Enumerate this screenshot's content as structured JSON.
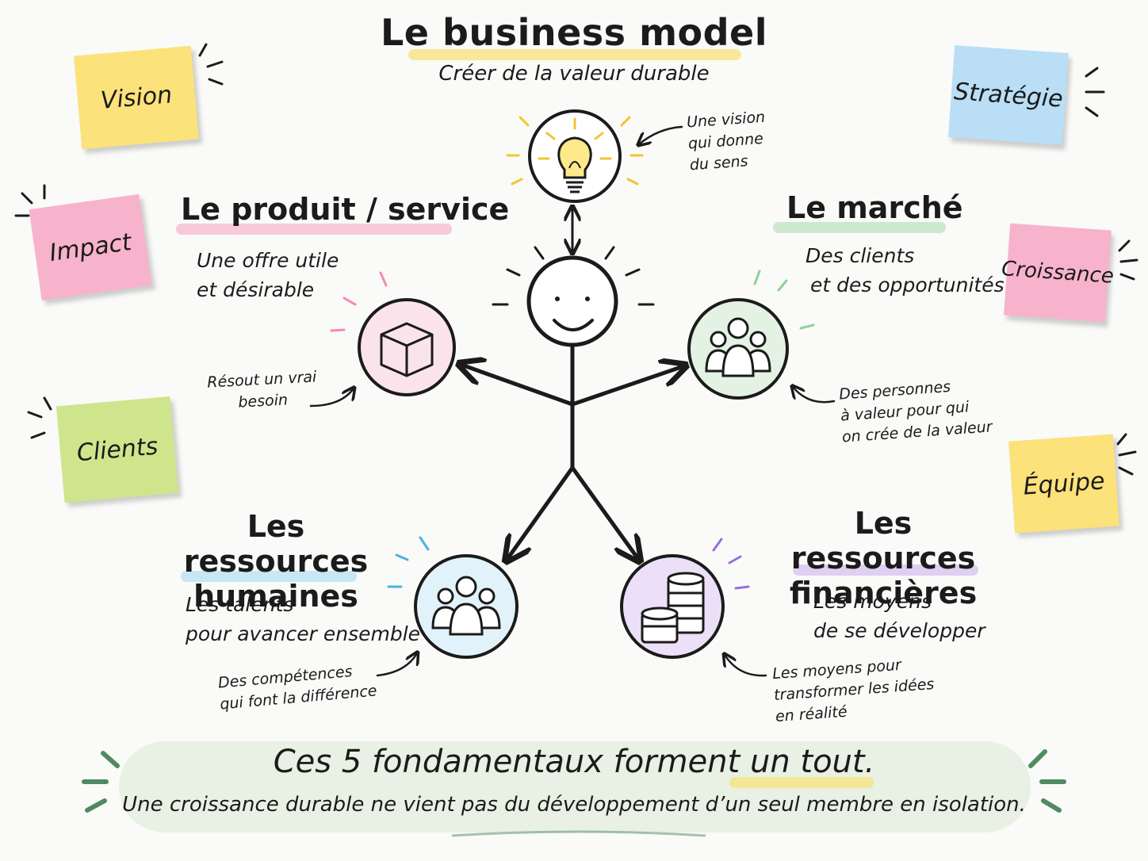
{
  "header": {
    "title": "Le business model",
    "subtitle": "Créer de la valeur durable"
  },
  "vision_note": [
    "Une vision",
    "qui donne",
    "du sens"
  ],
  "sections": {
    "produit": {
      "title": "Le produit / service",
      "desc": [
        "Une offre utile",
        "et désirable"
      ],
      "note": [
        "Résout un vrai",
        "besoin"
      ],
      "icon": "cube-icon",
      "color": "#f28bb0"
    },
    "marche": {
      "title": "Le marché",
      "desc": [
        "Des clients",
        "et des opportunités"
      ],
      "note": [
        "Des personnes",
        "à valeur pour qui",
        "on crée de la valeur"
      ],
      "icon": "people-group-icon",
      "color": "#8fcf9b"
    },
    "humaines": {
      "title": [
        "Les ressources",
        "humaines"
      ],
      "desc": [
        "Les talents",
        "pour avancer ensemble"
      ],
      "note": [
        "Des compétences",
        "qui font la différence"
      ],
      "icon": "team-icon",
      "color": "#8ccfee"
    },
    "financieres": {
      "title": [
        "Les ressources",
        "financières"
      ],
      "desc": [
        "Les moyens",
        "de se développer"
      ],
      "note": [
        "Les moyens pour",
        "transformer les idées",
        "en réalité"
      ],
      "icon": "coins-icon",
      "color": "#b994e6"
    }
  },
  "stickies": [
    {
      "label": "Vision",
      "color": "#fbe27a"
    },
    {
      "label": "Impact",
      "color": "#f7b3cc"
    },
    {
      "label": "Clients",
      "color": "#cfe58c"
    },
    {
      "label": "Stratégie",
      "color": "#b9def5"
    },
    {
      "label": "Croissance",
      "color": "#f7b3cc"
    },
    {
      "label": "Équipe",
      "color": "#fbe27a"
    }
  ],
  "footer": {
    "title_start": "Ces 5 fondamentaux forment",
    "title_highlight": "un tout.",
    "subtitle": "Une croissance durable ne vient pas du développement d’un seul membre en isolation."
  },
  "colors": {
    "title_highlight": "#f7e27a",
    "footer_band": "#e4efdf",
    "footer_marks": "#4f8a63",
    "bulb": "#f4c430"
  }
}
